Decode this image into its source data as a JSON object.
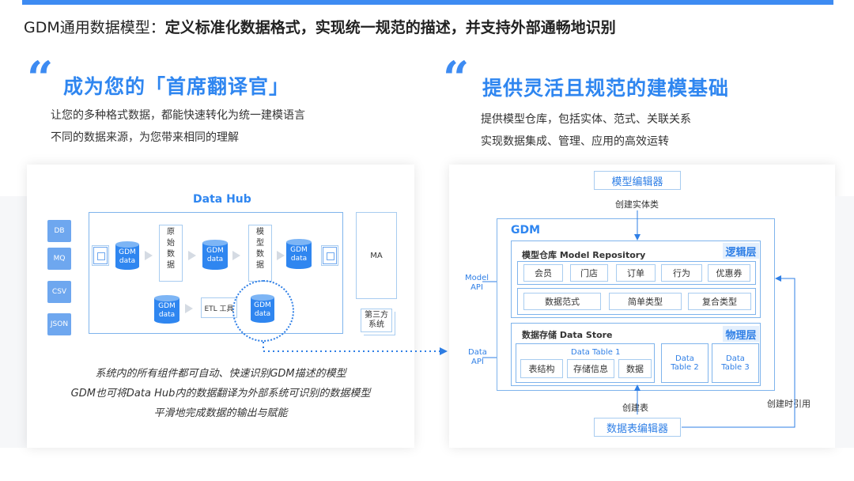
{
  "header": {
    "prefix": "GDM通用数据模型：",
    "bold": "定义标准化数据格式，实现统一规范的描述，并支持外部通畅地识别"
  },
  "left": {
    "title": "成为您的「首席翻译官」",
    "desc1": "让您的多种格式数据，都能快速转化为统一建模语言",
    "desc2": "不同的数据来源，为您带来相同的理解",
    "hub_title": "Data Hub",
    "sources": [
      "DB",
      "MQ",
      "CSV",
      "JSON"
    ],
    "gdm_label": "GDM\ndata",
    "raw_data": "原\n始\n数\n据",
    "model_data": "模\n型\n数\n据",
    "etl": "ETL 工具",
    "ma": "MA",
    "third": "第三方\n系统",
    "caption1": "系统内的所有组件都可自动、快速识别GDM描述的模型",
    "caption2": "GDM也可将Data Hub内的数据翻译为外部系统可识别的数据模型",
    "caption3": "平滑地完成数据的输出与赋能"
  },
  "right": {
    "title": "提供灵活且规范的建模基础",
    "desc1": "提供模型仓库，包括实体、范式、关联关系",
    "desc2": "实现数据集成、管理、应用的高效运转",
    "model_editor": "模型编辑器",
    "create_entity": "创建实体类",
    "gdm": "GDM",
    "repo_title": "模型仓库 Model Repository",
    "logic_layer": "逻辑层",
    "entities": [
      "会员",
      "门店",
      "订单",
      "行为",
      "优惠券"
    ],
    "paradigms": [
      "数据范式",
      "简单类型",
      "复合类型"
    ],
    "store_title": "数据存储 Data Store",
    "physical_layer": "物理层",
    "table1": "Data Table 1",
    "table1_items": [
      "表结构",
      "存储信息",
      "数据"
    ],
    "table2": "Data\nTable 2",
    "table3": "Data\nTable 3",
    "model_api": "Model\nAPI",
    "data_api": "Data\nAPI",
    "create_table": "创建表",
    "create_ref": "创建时引用",
    "table_editor": "数据表编辑器"
  }
}
